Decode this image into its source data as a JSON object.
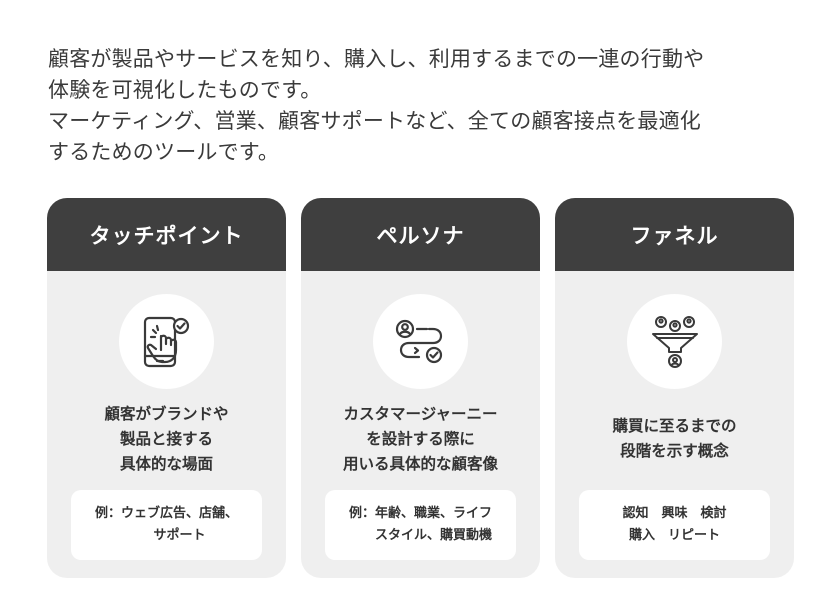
{
  "intro": {
    "lines": [
      "顧客が製品やサービスを知り、購入し、利用するまでの一連の行動や",
      "体験を可視化したものです。",
      "マーケティング、営業、顧客サポートなど、全ての顧客接点を最適化",
      "するためのツールです。"
    ]
  },
  "cards": [
    {
      "title": "タッチポイント",
      "icon": "touch-phone-icon",
      "desc": [
        "顧客がブランドや",
        "製品と接する",
        "具体的な場面"
      ],
      "example": [
        "例：ウェブ広告、店舗、",
        "　　サポート"
      ]
    },
    {
      "title": "ペルソナ",
      "icon": "persona-journey-icon",
      "desc": [
        "カスタマージャーニー",
        "を設計する際に",
        "用いる具体的な顧客像"
      ],
      "example": [
        "例：年齢、職業、ライフ",
        "　　スタイル、購買動機"
      ]
    },
    {
      "title": "ファネル",
      "icon": "funnel-icon",
      "desc": [
        "購買に至るまでの",
        "段階を示す概念"
      ],
      "example": [
        "認知　興味　検討",
        "購入　リピート"
      ]
    }
  ],
  "colors": {
    "header": "#3f3f3f",
    "card_bg": "#efefef",
    "text": "#333333"
  }
}
